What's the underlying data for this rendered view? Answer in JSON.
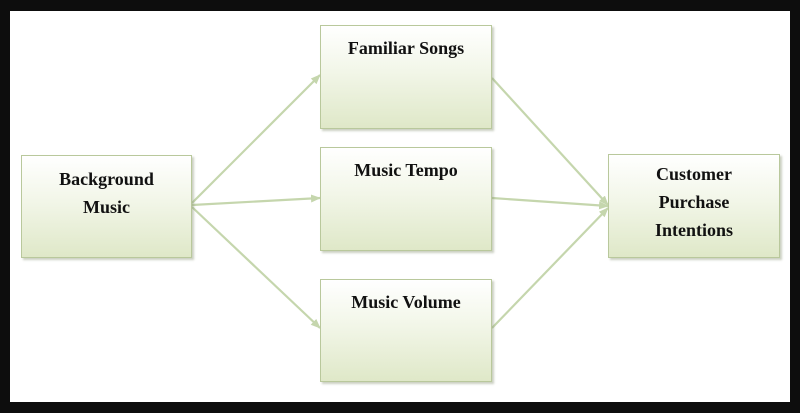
{
  "diagram": {
    "nodes": {
      "background_music": "Background\nMusic",
      "familiar_songs": "Familiar Songs",
      "music_tempo": "Music Tempo",
      "music_volume": "Music Volume",
      "customer_purchase_intentions": "Customer\nPurchase\nIntentions"
    },
    "edges": [
      {
        "from": "background_music",
        "to": "familiar_songs"
      },
      {
        "from": "background_music",
        "to": "music_tempo"
      },
      {
        "from": "background_music",
        "to": "music_volume"
      },
      {
        "from": "familiar_songs",
        "to": "customer_purchase_intentions"
      },
      {
        "from": "music_tempo",
        "to": "customer_purchase_intentions"
      },
      {
        "from": "music_volume",
        "to": "customer_purchase_intentions"
      }
    ],
    "colors": {
      "box_border": "#b9c89c",
      "box_fill_bottom": "#dfe8c8",
      "arrow": "#c5d6ad",
      "frame": "#0d0d0d"
    }
  }
}
